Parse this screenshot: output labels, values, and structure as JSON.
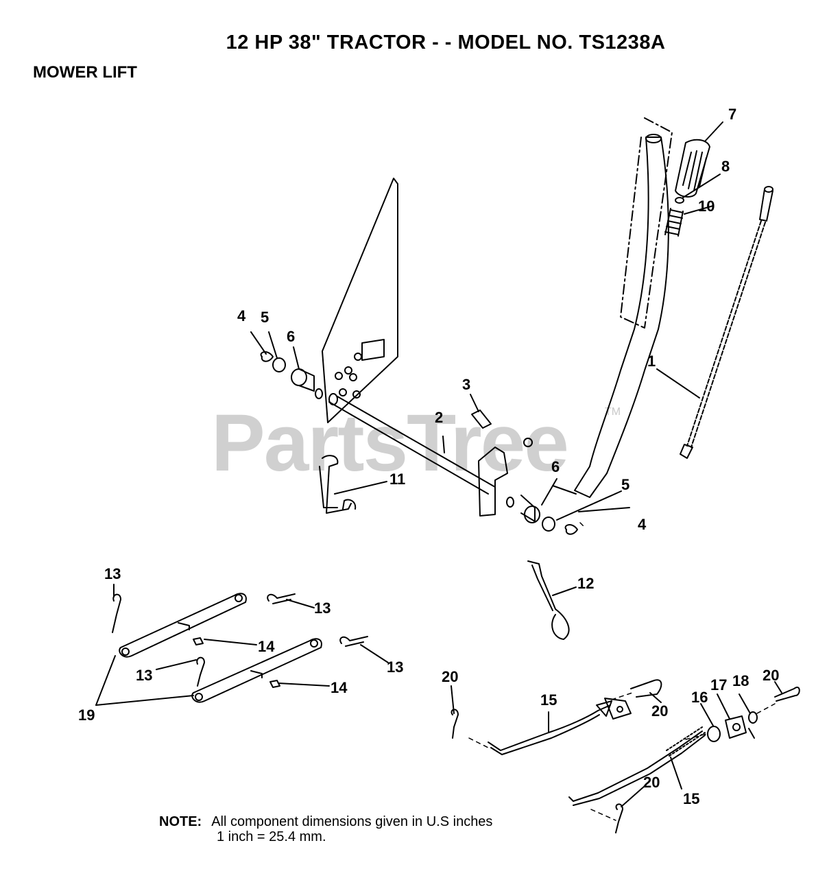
{
  "header": {
    "title": "12 HP 38\" TRACTOR - - MODEL NO.  TS1238A",
    "subtitle": "MOWER LIFT"
  },
  "watermark": {
    "text": "PartsTree",
    "tm": "TM"
  },
  "callouts": [
    "7",
    "8",
    "10",
    "1",
    "4",
    "5",
    "6",
    "3",
    "2",
    "11",
    "6",
    "5",
    "4",
    "12",
    "13",
    "13",
    "14",
    "13",
    "13",
    "14",
    "19",
    "20",
    "15",
    "20",
    "16",
    "17",
    "18",
    "20",
    "20",
    "15"
  ],
  "note": {
    "label": "NOTE:",
    "line1": "All component dimensions given in U.S inches",
    "line2": "1 inch = 25.4 mm."
  }
}
